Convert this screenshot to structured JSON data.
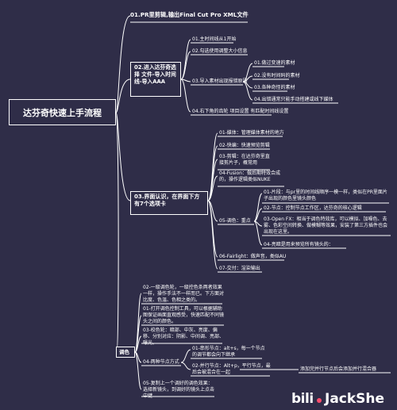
{
  "root": "达芬奇快速上手流程",
  "branch1": {
    "title": "01.PR里剪辑,输出Final Cut Pro XML文件"
  },
  "branch2": {
    "title": "02.进入达芬奇选择 文件-导入时间线-导入AAA",
    "items": [
      "01.主时间线从1开始",
      "02.勾选使用调整大小信息",
      "03.导入素材出现报错原因",
      "04.右下角的齿轮 项目设置 有匹配时间线设置"
    ],
    "errors": [
      "01.做过变速的素材",
      "02.没有时间码的素材",
      "03.各种奇怪的素材",
      "04.出错通常只能手动搭建或线下媒体"
    ]
  },
  "branch3": {
    "title": "03.界面认识，在界面下方有7个选项卡",
    "items": [
      "01-媒体：管理媒体素材的地方",
      "02-快编：快速预览剪辑",
      "03-剪辑：在达芬奇里直接剪片子，概常用",
      "04-Fusion：做后期特效合成的，操作逻辑类似NUKE",
      "05-调色：重点",
      "06-Fairlight：做声音，类似AU",
      "07-交付：渲染输出"
    ],
    "grading": [
      "01-片段：与pr里的时间线顺序一模一样，类似在PR里面片子出现的颜色里镜头颜色",
      "02-节点：控制节点工作区，达芬奇的核心逻辑",
      "03-Open FX：相当于调色特效库，可以模拟、加噪色、去雾、色彩空间转换、做模糊等效果，安装了第三方插件也会出现在这里。",
      "04-亮暗是用来预览所有镜头的："
    ]
  },
  "branch4": {
    "title": "调色",
    "items": [
      "02-一级调色轮，一级控色条两者效果一样，操作手法不一样而已。下方面对比度、色温、色相之类的。",
      "01-打开调色控制工具，可以根据辅助图保证画面直观感受，快速匹配不同镜头之间的颜色。",
      "03-校色轮：暗部、中灰、亮度、偏移、分别对应：阴影、中间调、亮部、曝光。",
      "04-两种节点方式",
      "05-复制上一个调好的调色效果：选择新镜头，到调好的镜头上点击中键"
    ],
    "nodes": [
      "01-串形节点：alt+s，每一个节点的调节都会向下继承",
      "02-并行节点：Alt+p，平行节点，最后会被混合在一起"
    ],
    "parallel_note": "添加完并行节点后会添加并行混合器"
  },
  "watermark": {
    "brand": "bili",
    "name": "JackShe"
  },
  "colors": {
    "background": "#2f2d48",
    "line": "#ffffff",
    "accent": "#ff4d6d"
  }
}
